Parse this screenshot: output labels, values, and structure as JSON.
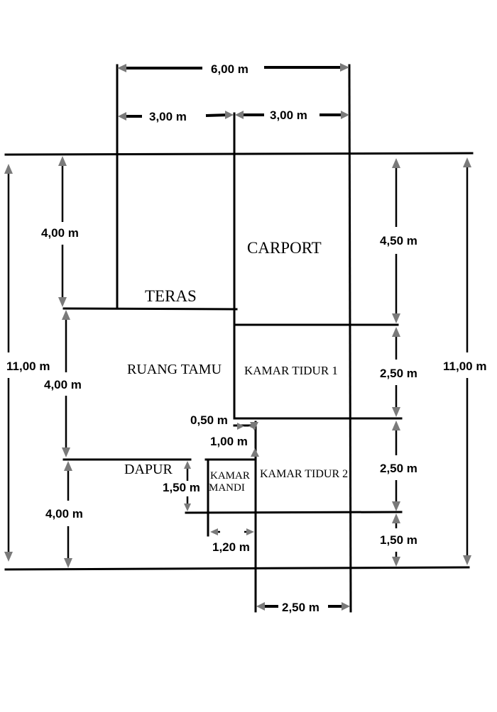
{
  "rooms": {
    "carport": "CARPORT",
    "teras": "TERAS",
    "ruang_tamu": "RUANG TAMU",
    "kamar_tidur_1": "KAMAR TIDUR 1",
    "kamar_tidur_2": "KAMAR TIDUR 2",
    "dapur": "DAPUR",
    "kamar_mandi_line1": "KAMAR",
    "kamar_mandi_line2": "MANDI"
  },
  "dimensions": {
    "total_width": "6,00 m",
    "teras_width": "3,00 m",
    "carport_width": "3,00 m",
    "left_teras_depth": "4,00 m",
    "left_ruang_tamu_depth": "4,00 m",
    "left_dapur_depth": "4,00 m",
    "total_depth_left": "11,00 m",
    "total_depth_right": "11,00 m",
    "carport_depth": "4,50 m",
    "kamar_tidur_1_depth": "2,50 m",
    "kamar_tidur_2_depth": "2,50 m",
    "rear_step_depth": "1,50 m",
    "step_offset": "0,50 m",
    "hall_width": "1,00 m",
    "kamar_mandi_depth": "1,50 m",
    "kamar_mandi_width": "1,20 m",
    "kamar_tidur_2_width": "2,50 m"
  }
}
